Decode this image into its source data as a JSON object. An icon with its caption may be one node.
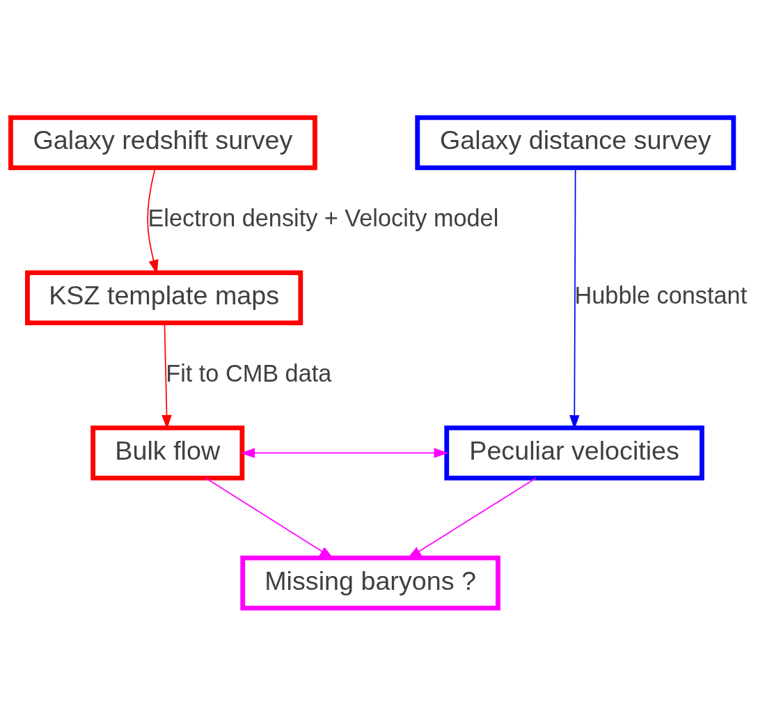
{
  "diagram": {
    "nodes": [
      {
        "text": [
          "Galaxy redshift survey"
        ]
      },
      {
        "text": [
          "Galaxy distance survey"
        ]
      },
      {
        "text": [
          "KSZ template maps"
        ]
      },
      {
        "text": [
          "Bulk flow"
        ]
      },
      {
        "text": [
          "Peculiar velocities"
        ]
      },
      {
        "text": [
          "Missing baryons ?"
        ]
      }
    ],
    "edges": [
      {
        "from": 0,
        "to": 2,
        "arrow": "to",
        "label": "Electron density + Velocity model",
        "color": "#ff0000"
      },
      {
        "from": 2,
        "to": 3,
        "arrow": "to",
        "label": "Fit to CMB data",
        "color": "#ff0000"
      },
      {
        "from": 1,
        "to": 4,
        "arrow": "to",
        "label": "Hubble constant",
        "color": "#0000ff"
      },
      {
        "from": 3,
        "to": 4,
        "arrow": "both",
        "color": "#ff00ff"
      },
      {
        "from": 3,
        "to": 5,
        "arrow": "to",
        "color": "#ff00ff"
      },
      {
        "from": 4,
        "to": 5,
        "arrow": "to",
        "color": "#ff00ff"
      }
    ]
  }
}
